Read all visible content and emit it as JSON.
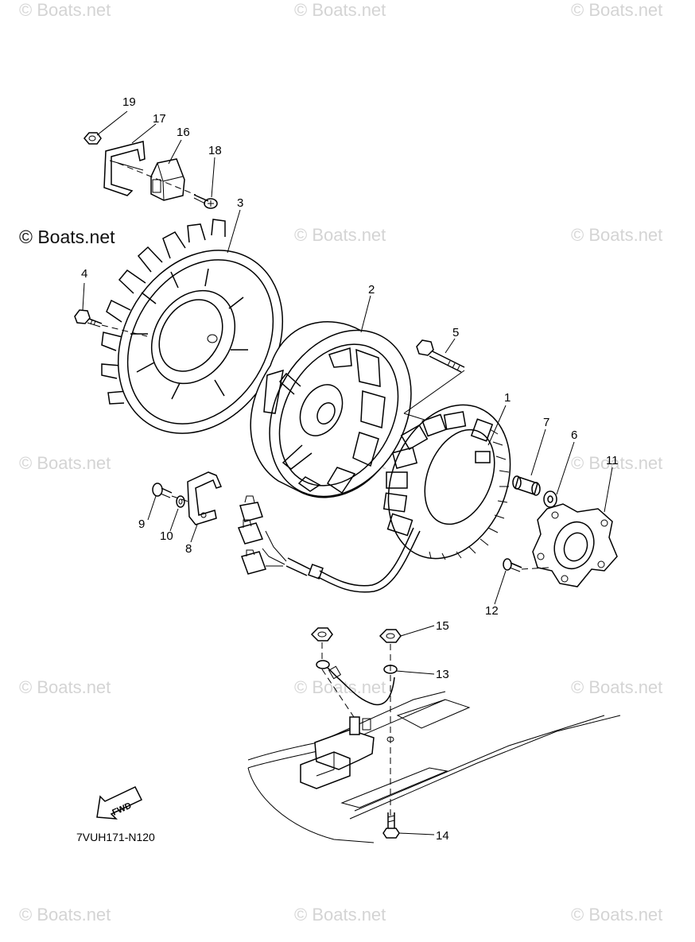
{
  "watermarks": {
    "text": "© Boats.net",
    "main": "© Boats.net"
  },
  "diagram_code": "7VUH171-N120",
  "fwd_label": "FWD",
  "callouts": [
    "1",
    "2",
    "3",
    "4",
    "5",
    "6",
    "7",
    "8",
    "9",
    "10",
    "11",
    "12",
    "13",
    "14",
    "15",
    "16",
    "17",
    "18",
    "19"
  ],
  "colors": {
    "line": "#000000",
    "watermark": "#d4d4d4",
    "background": "#ffffff"
  }
}
